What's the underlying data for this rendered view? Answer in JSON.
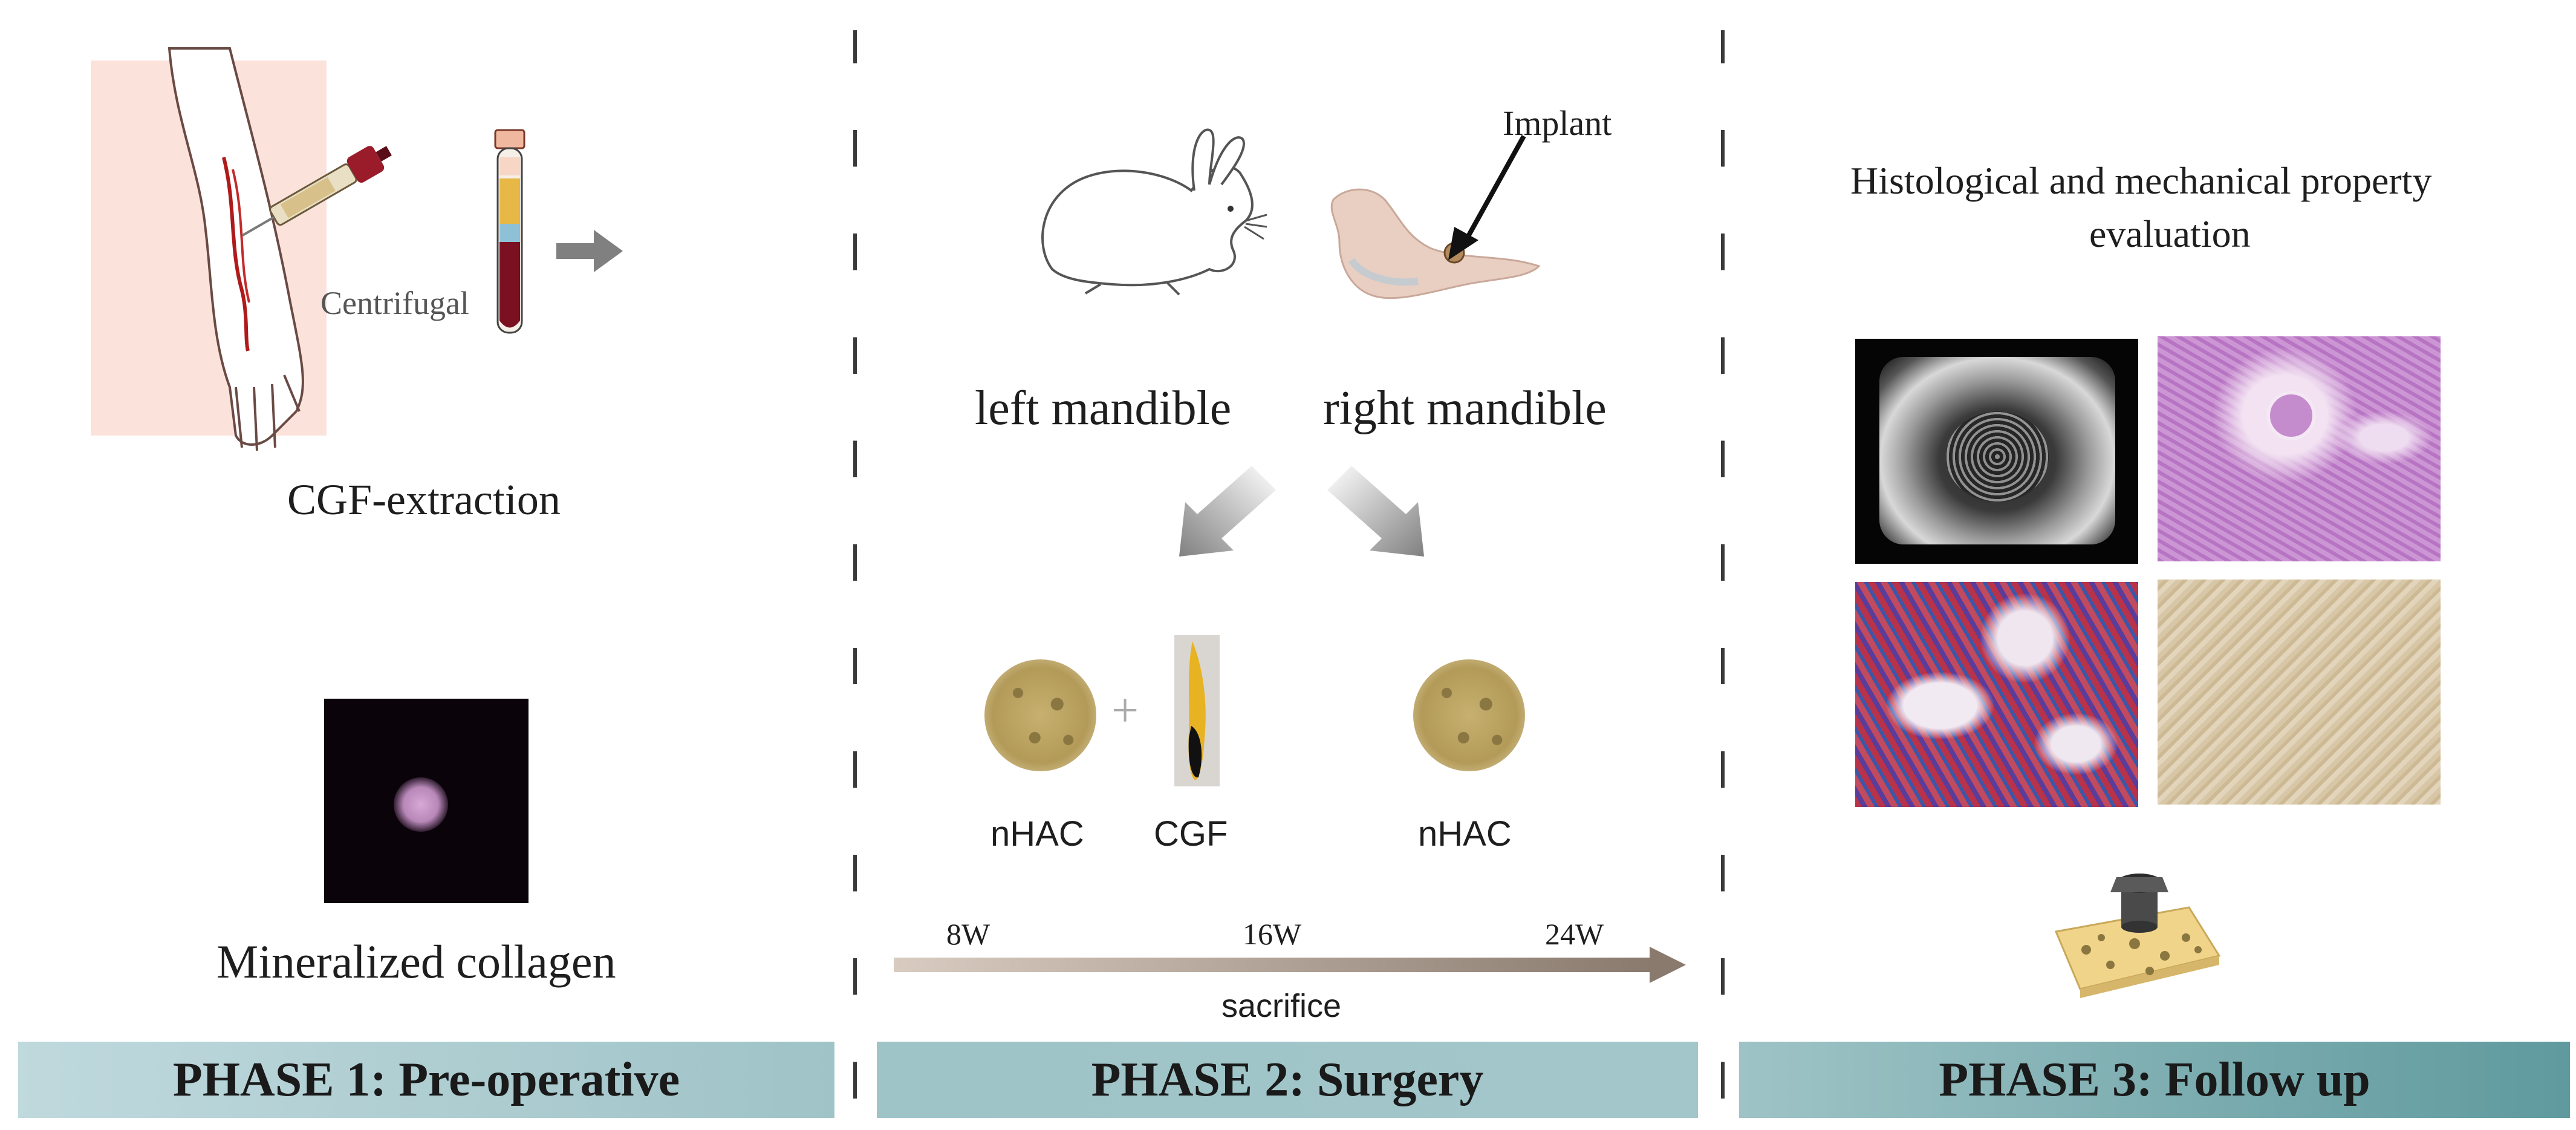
{
  "phase1": {
    "label_centrifugal": "Centrifugal",
    "label_extraction": "CGF-extraction",
    "label_collagen": "Mineralized collagen",
    "banner": "PHASE 1: Pre-operative"
  },
  "phase2": {
    "label_implant": "Implant",
    "label_left": "left mandible",
    "label_right": "right mandible",
    "label_nhac_left": "nHAC",
    "label_cgf": "CGF",
    "label_nhac_right": "nHAC",
    "timeline": {
      "t1": "8W",
      "t2": "16W",
      "t3": "24W",
      "caption": "sacrifice"
    },
    "banner": "PHASE 2: Surgery"
  },
  "phase3": {
    "title_line1": "Histological and mechanical property",
    "title_line2": "evaluation",
    "banner": "PHASE 3: Follow up"
  },
  "colors": {
    "banner_teal": "#9fc3c7",
    "banner_dark_teal": "#5f9a9e",
    "blood": "#7a1020",
    "plasma_yellow": "#e6b640"
  }
}
